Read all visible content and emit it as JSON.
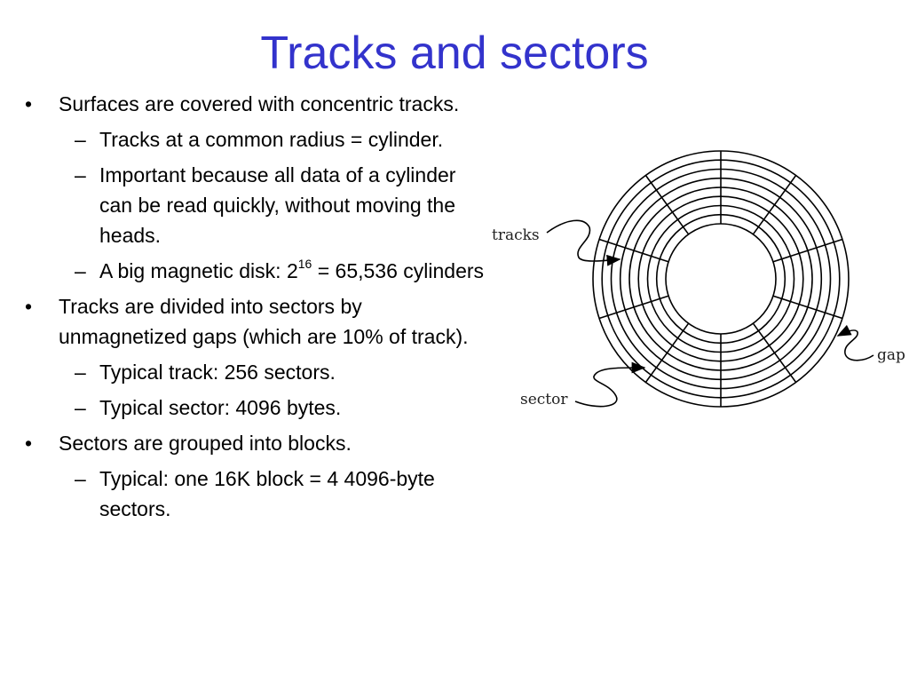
{
  "slide": {
    "title": "Tracks and sectors",
    "title_color": "#3333cc",
    "bullets": [
      {
        "text": "Surfaces are covered with concentric tracks.",
        "subitems": [
          {
            "text": "Tracks at a common radius = cylinder."
          },
          {
            "text": "Important because all data of a cylinder  can be read quickly, without moving the heads."
          },
          {
            "text_before": "A big magnetic disk: 2",
            "superscript": "16",
            "text_after": " = 65,536 cylinders"
          }
        ]
      },
      {
        "text": "Tracks are divided into sectors by unmagnetized gaps (which are 10% of track).",
        "subitems": [
          {
            "text": "Typical track: 256 sectors."
          },
          {
            "text": "Typical sector: 4096 bytes."
          }
        ]
      },
      {
        "text": "Sectors are grouped into blocks.",
        "subitems": [
          {
            "text": "Typical: one 16K block = 4   4096-byte sectors."
          }
        ]
      }
    ],
    "bullet_marker": "•",
    "sub_marker": "–"
  },
  "diagram": {
    "labels": {
      "tracks": "tracks",
      "sector": "sector",
      "gap": "gap"
    },
    "track_count": 9,
    "sector_count": 10
  }
}
